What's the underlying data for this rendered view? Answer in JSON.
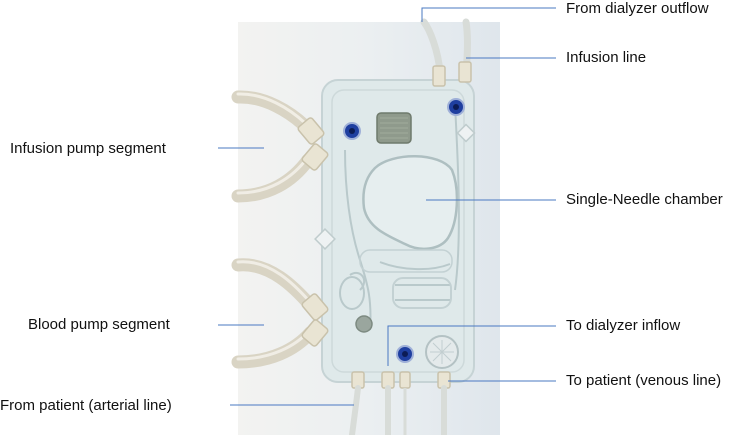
{
  "labels": {
    "from_dialyzer_outflow": "From dialyzer outflow",
    "infusion_line": "Infusion line",
    "infusion_pump_segment": "Infusion pump segment",
    "single_needle_chamber": "Single-Needle chamber",
    "blood_pump_segment": "Blood pump segment",
    "to_dialyzer_inflow": "To dialyzer inflow",
    "to_patient_venous": "To patient (venous line)",
    "from_patient_arterial": "From patient (arterial line)"
  },
  "colors": {
    "leader_line": "#4a78c2",
    "connector_blue": "#1f3fa0",
    "photo_bg": "#e9eef2",
    "cassette": "#dfe8ea",
    "tubing": "#e6e2d6"
  }
}
